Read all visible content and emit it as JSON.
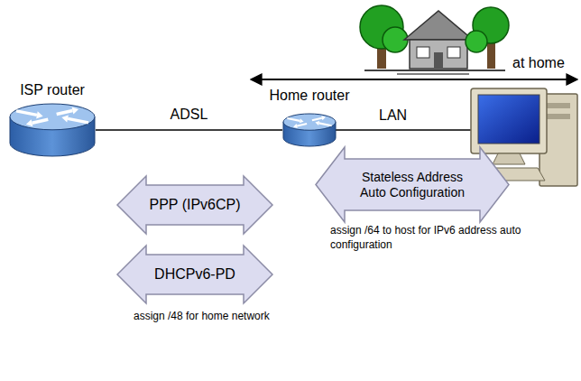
{
  "diagram": {
    "nodes": [
      {
        "text": [
          "ISP router"
        ]
      },
      {
        "text": [
          "Home router"
        ]
      },
      {
        "text": [
          "PPP (IPv6CP)"
        ]
      },
      {
        "text": [
          "Stateless Address Auto Configuration"
        ]
      },
      {
        "text": [
          "DHCPv6-PD"
        ]
      }
    ],
    "edges": [
      {
        "from": 0,
        "to": 1,
        "label": "ADSL",
        "arrow": "none"
      }
    ],
    "labels": [
      "at home",
      "LAN",
      "assign /64 to host for IPv6 address auto configuration",
      "assign /48 for home network"
    ]
  }
}
